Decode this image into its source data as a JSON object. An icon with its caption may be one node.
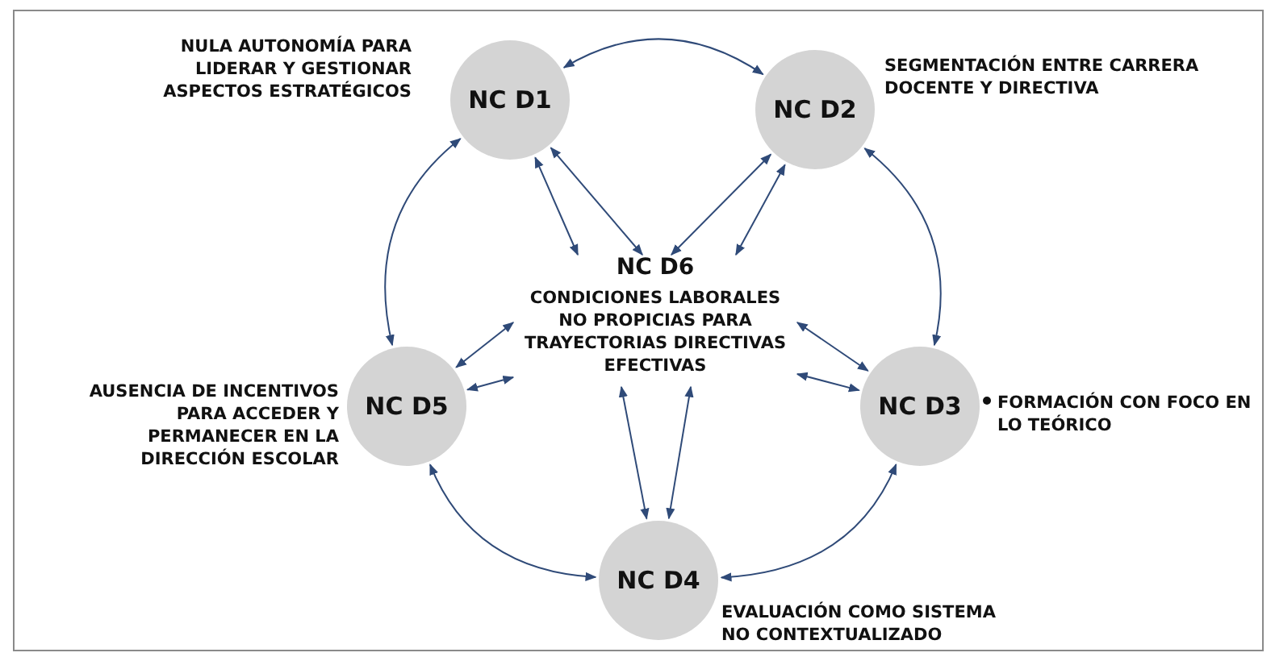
{
  "diagram": {
    "nodes": [
      {
        "text": [
          "NC D1"
        ],
        "beside": [
          "NULA AUTONOMÍA PARA LIDERAR Y GESTIONAR ASPECTOS ESTRATÉGICOS"
        ]
      },
      {
        "text": [
          "NC D2"
        ],
        "beside": [
          "SEGMENTACIÓN ENTRE CARRERA DOCENTE Y DIRECTIVA"
        ]
      },
      {
        "text": [
          "NC D3"
        ],
        "beside": [
          "FORMACIÓN CON FOCO EN LO TEÓRICO"
        ]
      },
      {
        "text": [
          "NC D4"
        ],
        "beside": [
          "EVALUACIÓN COMO SISTEMA NO CONTEXTUALIZADO"
        ]
      },
      {
        "text": [
          "NC D5"
        ],
        "beside": [
          "AUSENCIA DE INCENTIVOS PARA ACCEDER Y PERMANECER EN LA DIRECCIÓN ESCOLAR"
        ]
      },
      {
        "text": [
          "NC D6",
          "CONDICIONES LABORALES NO PROPICIAS PARA TRAYECTORIAS DIRECTIVAS EFECTIVAS"
        ]
      }
    ],
    "edges": [
      {
        "from": 0,
        "to": 1,
        "arrow": "both"
      },
      {
        "from": 1,
        "to": 2,
        "arrow": "both"
      },
      {
        "from": 2,
        "to": 3,
        "arrow": "both"
      },
      {
        "from": 3,
        "to": 4,
        "arrow": "both"
      },
      {
        "from": 4,
        "to": 0,
        "arrow": "both"
      },
      {
        "from": 0,
        "to": 5,
        "arrow": "both"
      },
      {
        "from": 0,
        "to": 5,
        "arrow": "both"
      },
      {
        "from": 1,
        "to": 5,
        "arrow": "both"
      },
      {
        "from": 1,
        "to": 5,
        "arrow": "both"
      },
      {
        "from": 2,
        "to": 5,
        "arrow": "both"
      },
      {
        "from": 2,
        "to": 5,
        "arrow": "both"
      },
      {
        "from": 3,
        "to": 5,
        "arrow": "both"
      },
      {
        "from": 3,
        "to": 5,
        "arrow": "both"
      },
      {
        "from": 4,
        "to": 5,
        "arrow": "both"
      },
      {
        "from": 4,
        "to": 5,
        "arrow": "both"
      }
    ]
  }
}
